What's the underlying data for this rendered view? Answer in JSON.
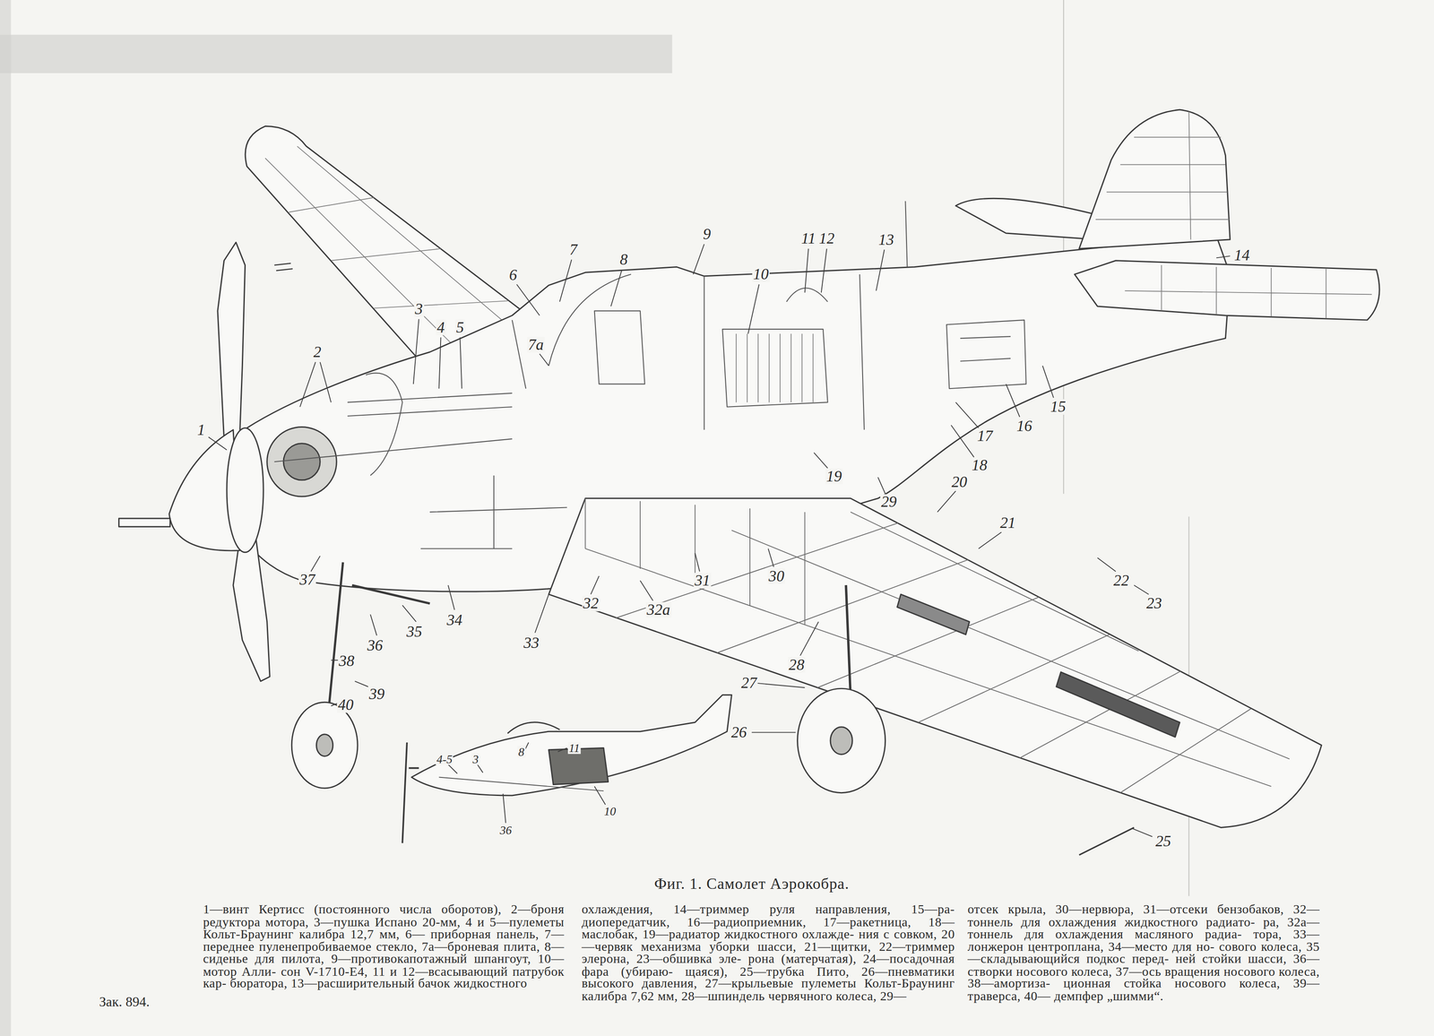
{
  "diagram": {
    "caption": "Фиг. 1. Самолет Аэрокобра.",
    "labels": [
      "1",
      "2",
      "3",
      "4",
      "5",
      "7а",
      "6",
      "7",
      "8",
      "9",
      "10",
      "11",
      "12",
      "13",
      "14",
      "15",
      "16",
      "17",
      "18",
      "19",
      "20",
      "29",
      "21",
      "22",
      "23",
      "30",
      "31",
      "32а",
      "32",
      "33",
      "34",
      "35",
      "36",
      "37",
      "38",
      "39",
      "40",
      "28",
      "27",
      "26",
      "25",
      "4-5",
      "3",
      "8",
      "11",
      "10",
      "36",
      "1—винт Кертисс (постоянного числа оборотов), 2—броня редуктора мотора, 3—пушка Испано 20-мм, 4 и 5—пулеметы Кольт-Браунинг калибра 12,7 мм, 6— приборная панель, 7—переднее пуленепробиваемое стекло, 7а—броневая плита, 8—сиденье для пилота, 9—противокапотажный шпангоут, 10—мотор Алли- сон V-1710-E4, 11 и 12—всасывающий патрубок кар- бюратора, 13—расширительный бачок жидкостного",
      "охлаждения, 14—триммер руля направления, 15—ра- диопередатчик, 16—радиоприемник, 17—ракетница, 18—маслобак, 19—радиатор жидкостного охлажде- ния с совком, 20—червяк механизма уборки шасси, 21—щитки, 22—триммер элерона, 23—обшивка эле- рона (матерчатая), 24—посадочная фара (убираю- щаяся), 25—трубка Пито, 26—пневматики высокого давления, 27—крыльевые пулеметы Кольт-Браунинг калибра 7,62 мм, 28—шпиндель червячного колеса, 29—",
      "отсек крыла, 30—нервюра, 31—отсеки бензобаков, 32—тоннель для охлаждения жидкостного радиато- ра, 32а—тоннель для охлаждения масляного радиа- тора, 33—лонжерон центроплана, 34—место для но- сового колеса, 35—складывающийся подкос перед- ней стойки шасси, 36—створки носового колеса, 37—ось вращения носового колеса, 38—амортиза- ционная стойка носового колеса, 39—траверса, 40— демпфер „шимми“.",
      "Зак. 894."
    ]
  }
}
